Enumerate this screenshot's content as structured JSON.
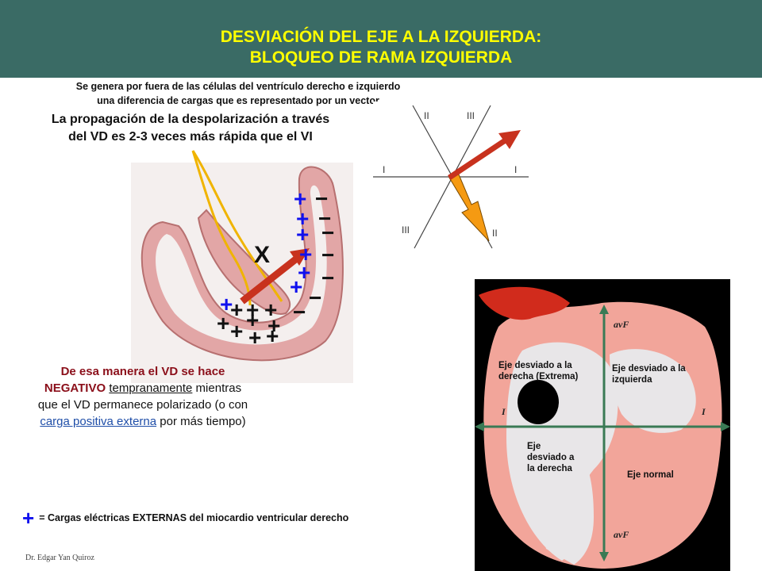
{
  "header": {
    "title_line1": "DESVIACIÓN DEL EJE A LA IZQUIERDA:",
    "title_line2": "BLOQUEO DE RAMA IZQUIERDA"
  },
  "intro": {
    "line1": "Se genera por fuera de las células del ventrículo derecho e izquierdo",
    "line2": "una diferencia de cargas que es representado por un vector"
  },
  "propagation": {
    "line1": "La propagación de la despolarización a través",
    "line2": "del VD es 2-3 veces más rápida que el VI"
  },
  "ventricle_diagram": {
    "block_mark": "X",
    "plus_sign": "+",
    "minus_sign": "−"
  },
  "hexaxial": {
    "label_I_left": "I",
    "label_I_right": "I",
    "label_II_top": "II",
    "label_III_top": "III",
    "label_III_bottom": "III",
    "label_II_bottom": "II"
  },
  "explanation": {
    "part1": "De esa manera el VD se hace",
    "part2_bold": "NEGATIVO",
    "part2_underlined": "tempranamente",
    "part2_rest": " mientras",
    "line3": "que el VD permanece polarizado (o con",
    "link": "carga positiva externa",
    "line4_rest": " por más tiempo)"
  },
  "heart_image": {
    "axis_top": "avF",
    "axis_bottom": "avF",
    "axis_left": "I",
    "axis_right": "I",
    "q1": "Eje desviado a la derecha (Extrema)",
    "q2": "Eje desviado a la izquierda",
    "q3": "Eje desviado a la derecha",
    "q4": "Eje normal"
  },
  "legend": {
    "symbol": "+",
    "text": "= Cargas eléctricas EXTERNAS del miocardio ventricular derecho"
  },
  "credit": "Dr. Edgar Yan Quiroz",
  "colors": {
    "header_bg": "#3a6b65",
    "title_text": "#ffff00",
    "plus_blue": "#1010ee",
    "vector_red": "#c8321e",
    "vector_orange": "#f59a12"
  }
}
